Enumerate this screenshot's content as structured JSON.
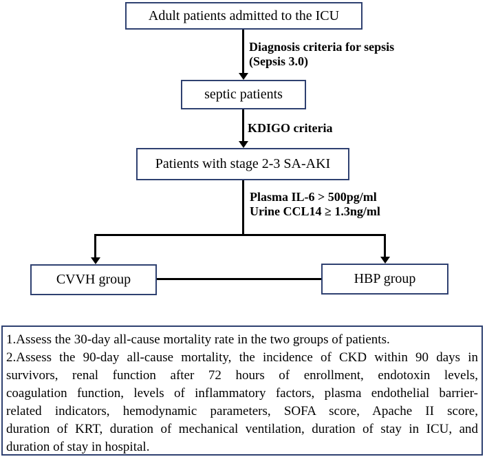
{
  "flowchart": {
    "boxes": {
      "adult": "Adult patients admitted to the ICU",
      "septic": "septic patients",
      "saaki": "Patients with stage 2-3 SA-AKI",
      "cvvh": "CVVH group",
      "hbp": "HBP group"
    },
    "arrow_labels": {
      "sepsis_line1": "Diagnosis criteria for sepsis",
      "sepsis_line2": "(Sepsis 3.0)",
      "kdigo": "KDIGO criteria",
      "biomarker_line1": "Plasma IL-6 > 500pg/ml",
      "biomarker_line2": "Urine CCL14 ≥ 1.3ng/ml"
    },
    "outcomes": {
      "lines": [
        "1.Assess the 30-day all-cause mortality rate in the two groups of patients.",
        "2.Assess the 90-day all-cause mortality, the incidence of CKD within 90 days in",
        "survivors, renal function after 72 hours of enrollment, endotoxin levels,",
        "coagulation function, levels of inflammatory factors, plasma endothelial barrier-",
        "related indicators, hemodynamic parameters, SOFA score, Apache II score,",
        "duration of KRT, duration of mechanical ventilation, duration of stay in ICU, and",
        "duration of stay in hospital."
      ]
    },
    "colors": {
      "box_border": "#2e4070",
      "line": "#000000",
      "text": "#000000",
      "background": "#ffffff"
    }
  }
}
